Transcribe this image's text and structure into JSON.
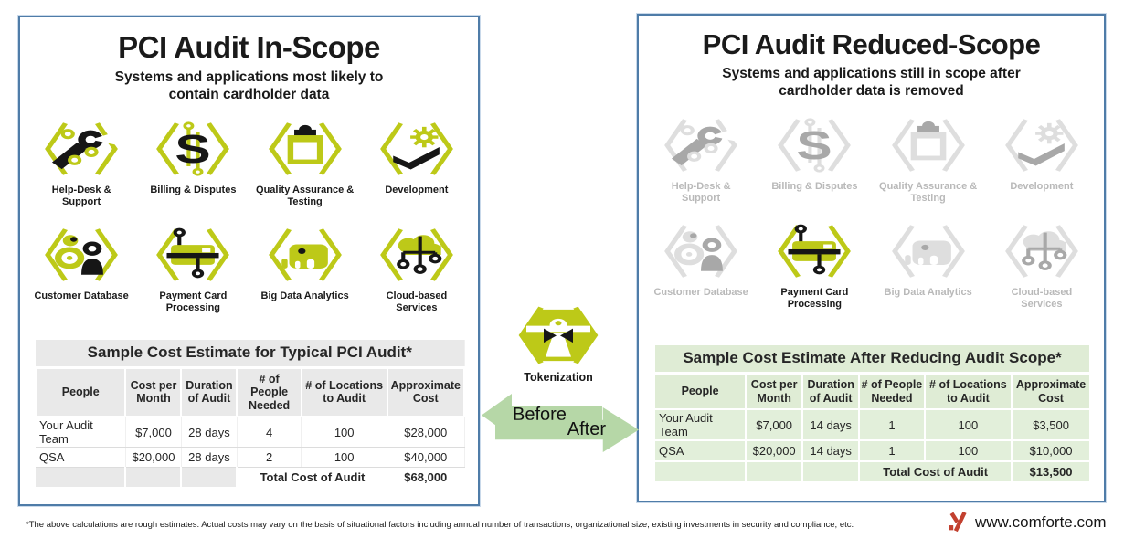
{
  "colors": {
    "accent_green": "#bdc918",
    "inactive_gray": "#dedede",
    "arrow_green": "#b6d7a7",
    "table_gray_bg": "#e9e9e9",
    "table_green_bg": "#e2efda",
    "panel_border_blue": "#4f7ca8",
    "logo_red": "#c2402f"
  },
  "icons": [
    {
      "id": "help-desk-support",
      "label": "Help-Desk & Support"
    },
    {
      "id": "billing-disputes",
      "label": "Billing & Disputes"
    },
    {
      "id": "quality-assurance-testing",
      "label": "Quality Assurance & Testing"
    },
    {
      "id": "development",
      "label": "Development"
    },
    {
      "id": "customer-database",
      "label": "Customer Database"
    },
    {
      "id": "payment-card-processing",
      "label": "Payment Card Processing"
    },
    {
      "id": "big-data-analytics",
      "label": "Big Data Analytics"
    },
    {
      "id": "cloud-based-services",
      "label": "Cloud-based Services"
    }
  ],
  "columns": [
    "People",
    "Cost per Month",
    "Duration of Audit",
    "# of People Needed",
    "# of Locations to Audit",
    "Approximate Cost"
  ],
  "panels": {
    "left": {
      "title": "PCI Audit In-Scope",
      "subtitle": "Systems and applications most likely to contain cardholder data",
      "table": {
        "title": "Sample Cost Estimate for Typical PCI Audit*",
        "rows": [
          [
            "Your Audit Team",
            "$7,000",
            "28 days",
            "4",
            "100",
            "$28,000"
          ],
          [
            "QSA",
            "$20,000",
            "28 days",
            "2",
            "100",
            "$40,000"
          ]
        ],
        "total_label": "Total Cost of Audit",
        "total_value": "$68,000"
      }
    },
    "right": {
      "title": "PCI Audit Reduced-Scope",
      "subtitle": "Systems and applications still in scope after cardholder data is removed",
      "active_icons": [
        "payment-card-processing"
      ],
      "table": {
        "title": "Sample Cost Estimate After Reducing Audit Scope*",
        "rows": [
          [
            "Your Audit Team",
            "$7,000",
            "14 days",
            "1",
            "100",
            "$3,500"
          ],
          [
            "QSA",
            "$20,000",
            "14 days",
            "1",
            "100",
            "$10,000"
          ]
        ],
        "total_label": "Total Cost of Audit",
        "total_value": "$13,500"
      }
    }
  },
  "middle": {
    "tokenization_label": "Tokenization",
    "before_label": "Before",
    "after_label": "After"
  },
  "footer": {
    "disclaimer": "*The above calculations are rough estimates. Actual costs may vary on the basis of situational factors including annual number of transactions, organizational size, existing investments in security and compliance, etc.",
    "website": "www.comforte.com"
  }
}
